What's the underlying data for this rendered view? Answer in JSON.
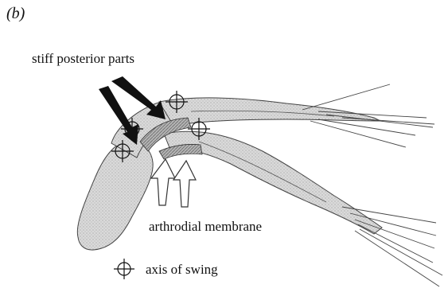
{
  "panel_label": "(b)",
  "labels": {
    "stiff_parts": "stiff posterior parts",
    "membrane": "arthrodial membrane",
    "legend_axis": "axis of swing"
  },
  "colors": {
    "limb_fill": "#d7d7d7",
    "stiff_fill": "#a9a9a9",
    "outline": "#333333",
    "arrow_dark": "#111111",
    "arrow_light": "#ffffff"
  }
}
